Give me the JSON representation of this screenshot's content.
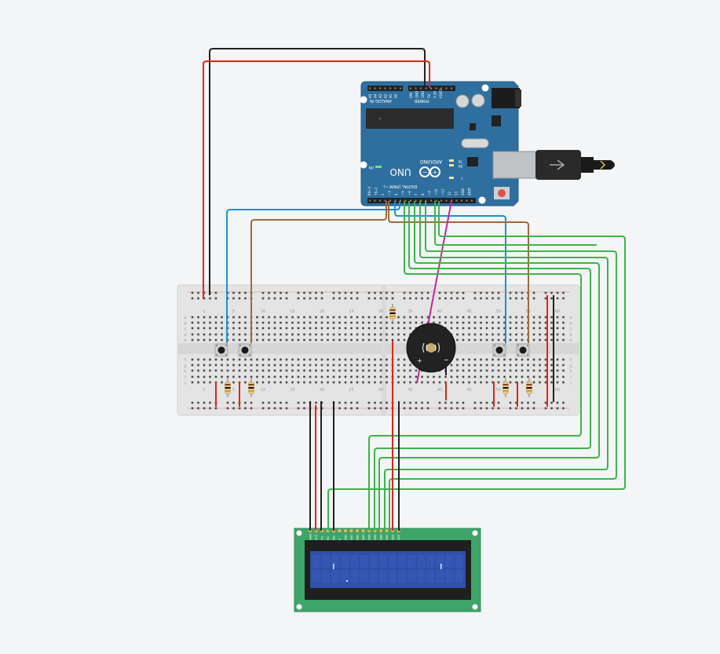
{
  "arduino": {
    "brand": "ARDUINO",
    "model": "UNO",
    "header_analog": "ANALOG IN",
    "header_power": "POWER",
    "header_digital": "DIGITAL (PWM ~)",
    "pins_analog": [
      "A5",
      "A4",
      "A3",
      "A2",
      "A1",
      "A0"
    ],
    "pins_power": [
      "VIN",
      "GND",
      "GND",
      "5V",
      "3.3V",
      "IOREF"
    ],
    "pins_digital": [
      "AREF",
      "GND",
      "13",
      "12",
      "~11",
      "~10",
      "~9",
      "8",
      "7",
      "~6",
      "~5",
      "4",
      "~3",
      "2",
      "TX→1",
      "RX←0"
    ],
    "led_tx": "TX",
    "led_rx": "RX",
    "led_l": "L",
    "led_on": "ON"
  },
  "breadboard": {
    "col_numbers": [
      "1",
      "5",
      "10",
      "15",
      "20",
      "25",
      "30",
      "35",
      "40",
      "45",
      "50",
      "55",
      "60"
    ],
    "row_letters_top": [
      "a",
      "b",
      "c",
      "d",
      "e"
    ],
    "row_letters_bottom": [
      "f",
      "g",
      "h",
      "i",
      "j"
    ]
  },
  "lcd": {
    "pin_labels": [
      "GND",
      "VCC",
      "V0",
      "RS",
      "RW",
      "E",
      "DB0",
      "DB1",
      "DB2",
      "DB3",
      "DB4",
      "DB5",
      "DB6",
      "DB7",
      "LED",
      "LED"
    ]
  },
  "colors": {
    "board_blue": "#2f6f9f",
    "wire_red": "#e2231a",
    "wire_black": "#222222",
    "wire_green": "#3cb54a",
    "wire_blue": "#1a93d0",
    "wire_brown": "#9a6b3e",
    "wire_magenta": "#c2269b",
    "lcd_pcb": "#3ea56a",
    "lcd_screen": "#2f4fa8"
  }
}
